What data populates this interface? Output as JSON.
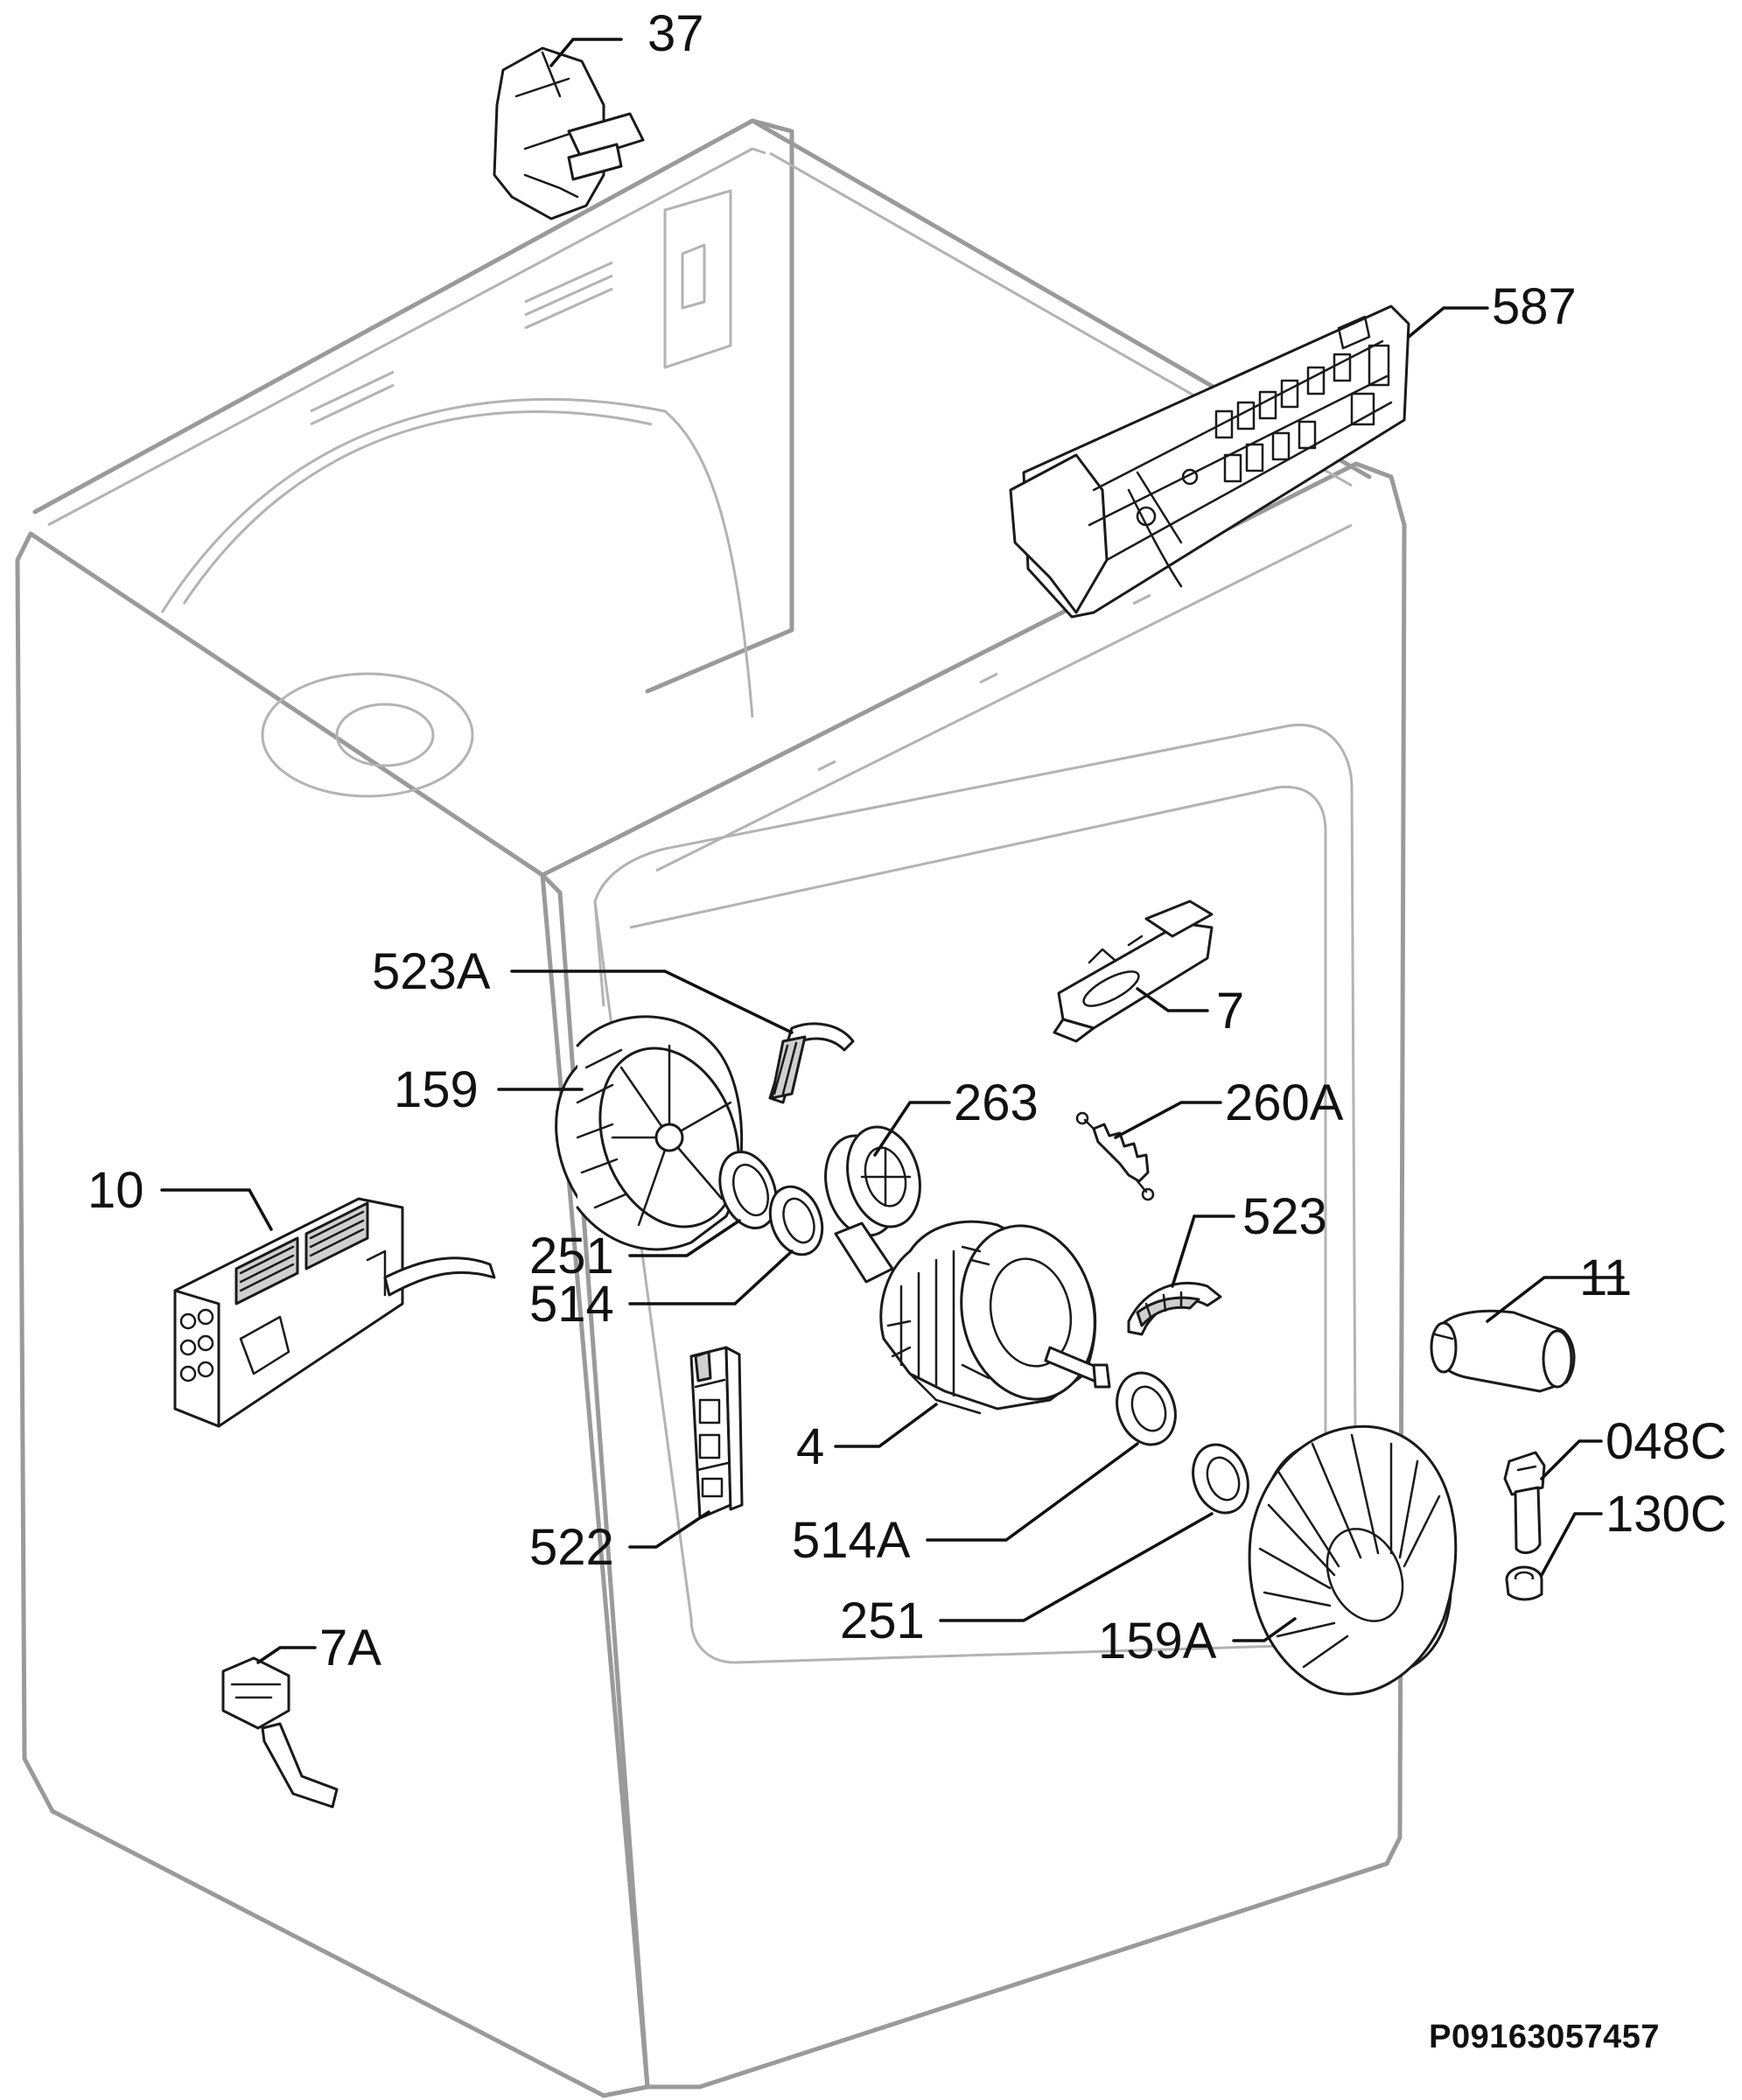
{
  "diagram": {
    "labels": {
      "p37": "37",
      "p587": "587",
      "p523A": "523A",
      "p7": "7",
      "p159": "159",
      "p263": "263",
      "p260A": "260A",
      "p10": "10",
      "p523": "523",
      "p251a": "251",
      "p514": "514",
      "p11": "11",
      "p048C": "048C",
      "p130C": "130C",
      "p4": "4",
      "p522": "522",
      "p514A": "514A",
      "p251b": "251",
      "p159A": "159A",
      "p7A": "7A"
    },
    "reference": "P09163057457"
  }
}
